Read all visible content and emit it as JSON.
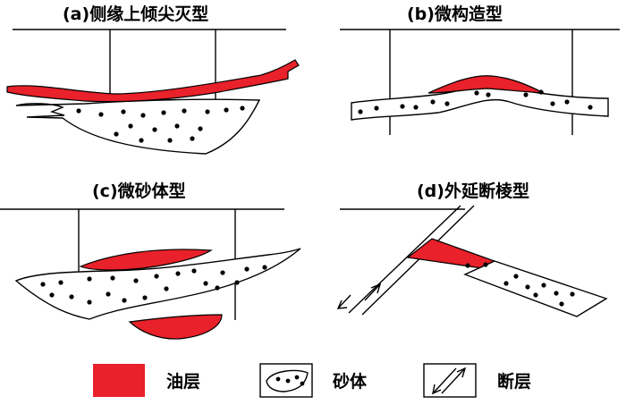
{
  "panels": {
    "a": {
      "title": "(a)侧缘上倾尖灭型"
    },
    "b": {
      "title": "(b)微构造型"
    },
    "c": {
      "title": "(c)微砂体型"
    },
    "d": {
      "title": "(d)外延断棱型"
    }
  },
  "legend": {
    "oil_label": "油层",
    "sand_label": "砂体",
    "fault_label": "断层"
  },
  "colors": {
    "oil": "#e8212a",
    "line": "#000000",
    "background": "#ffffff"
  }
}
